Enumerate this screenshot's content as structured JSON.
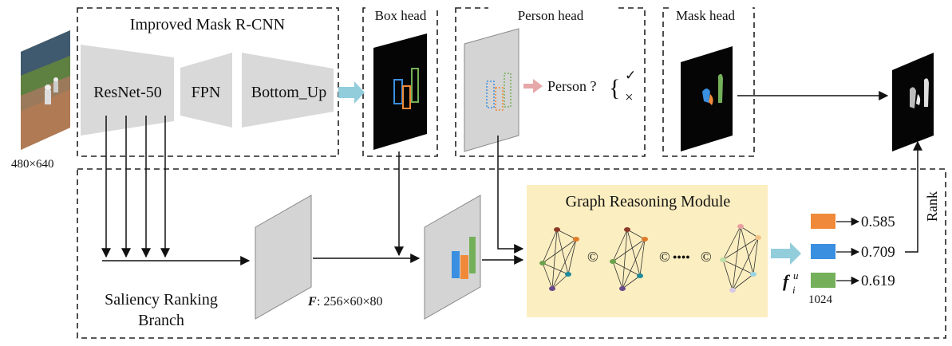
{
  "input": {
    "size_label": "480×640"
  },
  "mask_rcnn": {
    "title": "Improved Mask R-CNN",
    "backbone": "ResNet-50",
    "fpn": "FPN",
    "bottom_up": "Bottom_Up"
  },
  "box_head": {
    "title": "Box head"
  },
  "person_head": {
    "title": "Person head",
    "question": "Person ?",
    "brace": "{",
    "yes": "✓",
    "no": "×"
  },
  "mask_head": {
    "title": "Mask head"
  },
  "saliency_branch": {
    "label_line1": "Saliency Ranking",
    "label_line2": "Branch",
    "feature_symbol": "F",
    "feature_dims": ": 256×60×80"
  },
  "graph_module": {
    "title": "Graph Reasoning Module",
    "concat_symbol": "©",
    "ellipsis": "●●●●"
  },
  "scores": {
    "values": [
      "0.585",
      "0.709",
      "0.619"
    ],
    "colors": [
      "#f08a3a",
      "#3a8fe0",
      "#74b05a"
    ]
  },
  "feature_vector": {
    "symbol": "f",
    "superscript": "u",
    "subscript": "i",
    "dim": "1024"
  },
  "rank_label": "Rank",
  "colors": {
    "panel_bg": "#fbeec0",
    "encoder_gray": "#d9d9d9",
    "arrow_cyan": "#92cddc",
    "arrow_pink": "#e6a8a8"
  }
}
